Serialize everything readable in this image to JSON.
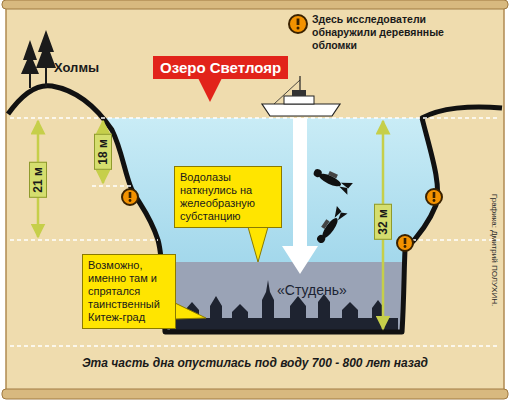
{
  "diagram": {
    "caption": "Эта часть дна опустилась под воду 700 - 800 лет назад",
    "nodes": [
      {
        "text": [
          "Озеро Светлояр"
        ]
      },
      {
        "text": [
          "Водолазы наткнулись на желеобразную субстанцию"
        ]
      },
      {
        "text": [
          "«Студень»"
        ]
      },
      {
        "text": [
          "Возможно, именно там и спрятался таинственный Китеж-град"
        ]
      }
    ],
    "labels": [
      "Холмы",
      "21 м",
      "18 м",
      "32 м",
      "Графика: Дмитрий ПОЛУХИН."
    ],
    "legend": [
      {
        "text": "Здесь исследователи обнаружили деревянные обломки"
      }
    ]
  }
}
